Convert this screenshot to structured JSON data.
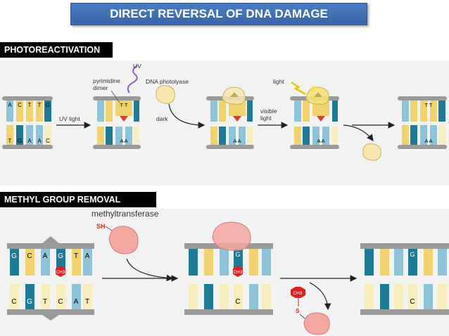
{
  "title": "DIRECT REVERSAL OF DNA DAMAGE",
  "sections": {
    "photoreactivation": "PHOTOREACTIVATION",
    "methyl": "METHYL GROUP REMOVAL"
  },
  "photo": {
    "top_bases": [
      "A",
      "C",
      "T",
      "T",
      "G"
    ],
    "bottom_bases": [
      "T",
      "G",
      "A",
      "A",
      "C"
    ],
    "uv_light": "UV light",
    "uv": "UV",
    "pyrimidine": "pyrimidine",
    "dimer": "dimer",
    "enzyme": "DNA photolyase",
    "dark": "dark",
    "light": "light",
    "visible": "visible",
    "visible_light": "light",
    "tt": "T T",
    "aa": "A A"
  },
  "methyl": {
    "enzyme": "methyltransferase",
    "sh": "SH",
    "ch3": "CH3",
    "s": "S",
    "top_bases": [
      "G",
      "C",
      "A",
      "G",
      "T",
      "A"
    ],
    "bottom_bases": [
      "C",
      "G",
      "T",
      "C",
      "A",
      "T"
    ],
    "g": "G",
    "c": "C"
  },
  "colors": {
    "banner": "#3f6fb5",
    "pink_enzyme": "#f4a6a0",
    "yellow_enzyme": "#f7e8b0",
    "teal": "#1f7a96",
    "light_blue": "#8fc3d8",
    "yellow": "#f0d36e",
    "pale_yellow": "#f7ecbc",
    "methyl_red": "#e02020"
  }
}
